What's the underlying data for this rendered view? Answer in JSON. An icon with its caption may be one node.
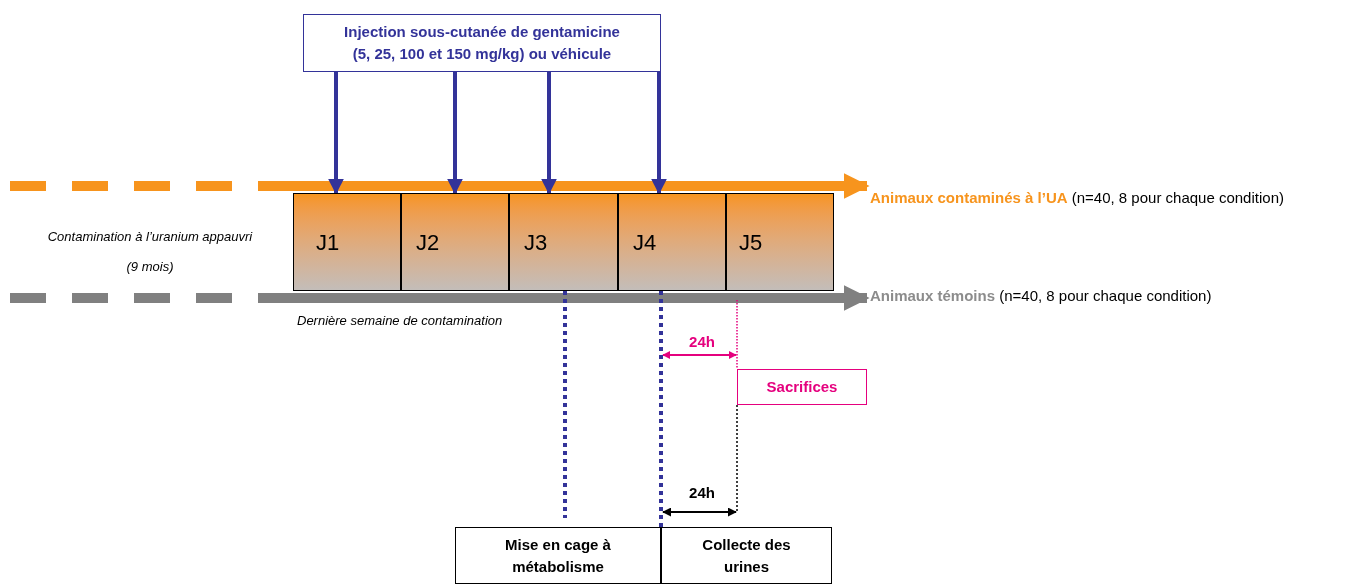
{
  "diagram": {
    "nodes": [
      {
        "text": [
          "Injection sous-cutanée de gentamicine (5, 25, 100 et 150 mg/kg) ou véhicule"
        ]
      },
      {
        "text": [
          "J1"
        ]
      },
      {
        "text": [
          "J2"
        ]
      },
      {
        "text": [
          "J3"
        ]
      },
      {
        "text": [
          "J4"
        ]
      },
      {
        "text": [
          "J5"
        ]
      },
      {
        "text": [
          "**Animaux contaminés à l’UA** (n=40, 8 pour chaque condition)"
        ]
      },
      {
        "text": [
          "**Animaux témoins** (n=40, 8 pour chaque condition)"
        ]
      },
      {
        "text": [
          "Sacrifices"
        ]
      },
      {
        "text": [
          "Mise en cage à métabolisme"
        ]
      },
      {
        "text": [
          "Collecte des urines"
        ]
      }
    ],
    "edges": [
      {
        "from": 0,
        "to": 1,
        "arrow": "to"
      },
      {
        "from": 0,
        "to": 2,
        "arrow": "to"
      },
      {
        "from": 0,
        "to": 3,
        "arrow": "to"
      },
      {
        "from": 0,
        "to": 4,
        "arrow": "to"
      },
      {
        "from": null,
        "to": 6,
        "arrow": "to",
        "style": "dashed",
        "color": "#f7941d"
      },
      {
        "from": null,
        "to": 7,
        "arrow": "to",
        "style": "dashed",
        "color": "#808080"
      },
      {
        "from": 3,
        "to": 9,
        "arrow": "none",
        "style": "dashed"
      },
      {
        "from": 4,
        "to": 10,
        "arrow": "none",
        "style": "dashed"
      },
      {
        "from": 5,
        "to": 8,
        "arrow": "none",
        "style": "dashed",
        "color": "#e5007e"
      },
      {
        "from": 8,
        "to": 10,
        "arrow": "none",
        "style": "dashed",
        "color": "#000000"
      }
    ],
    "labels": [
      "Contamination à l’uranium appauvri (9 mois)",
      "Dernière semaine de contamination",
      "24h",
      "24h"
    ]
  }
}
